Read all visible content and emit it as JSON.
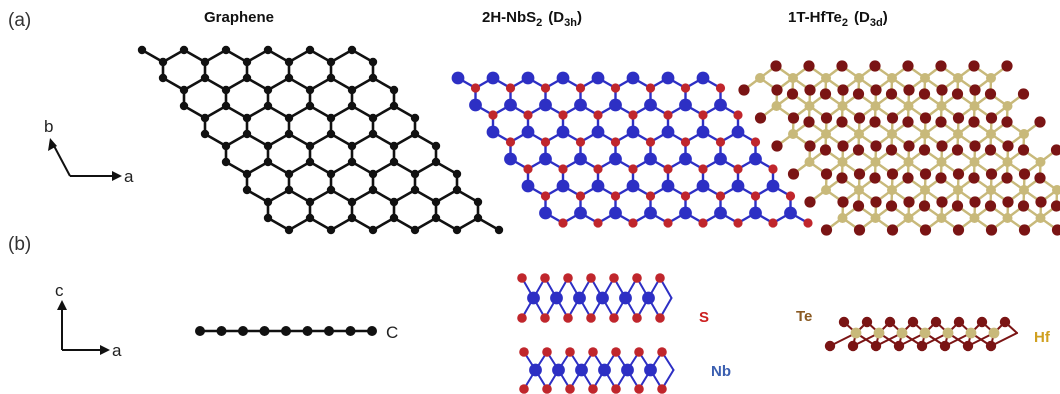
{
  "panels": {
    "a": "(a)",
    "b": "(b)"
  },
  "titles": {
    "graphene": "Graphene",
    "nbs2": {
      "main": "2H-NbS",
      "sub": "2",
      "sym": "D",
      "symsub": "3h"
    },
    "hfte2": {
      "main": "1T-HfTe",
      "sub": "2",
      "sym": "D",
      "symsub": "3d"
    }
  },
  "axes_top": {
    "a": "a",
    "b": "b"
  },
  "axes_bottom": {
    "a": "a",
    "c": "c"
  },
  "atom_labels": {
    "C": "C",
    "S": "S",
    "Nb": "Nb",
    "Te": "Te",
    "Hf": "Hf"
  },
  "colors": {
    "carbon": "#111111",
    "sulfur": "#c0262c",
    "niobium": "#2d2fc4",
    "tellurium": "#7a1414",
    "hafnium": "#c8b97a",
    "label_S": "#cc1f1f",
    "label_Nb": "#3b5fb0",
    "label_Te": "#8a5a22",
    "label_Hf": "#d0a020"
  }
}
